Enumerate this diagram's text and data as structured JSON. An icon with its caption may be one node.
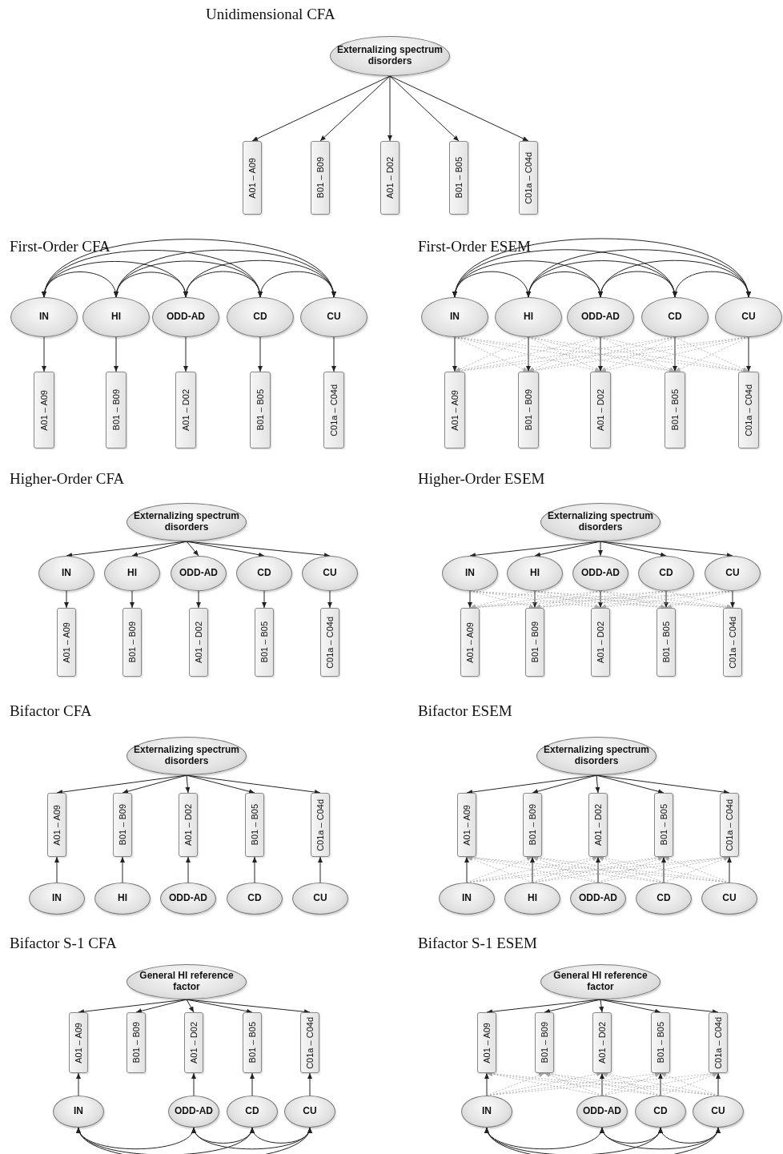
{
  "diagram": {
    "nodes": [
      {
        "text": [
          "Unidimensional CFA"
        ]
      },
      {
        "text": [
          "Externalizing spectrum disorders"
        ],
        "in": 0
      },
      {
        "text": [
          "A01 – A09"
        ],
        "in": 0
      },
      {
        "text": [
          "B01 – B09"
        ],
        "in": 0
      },
      {
        "text": [
          "A01 – D02"
        ],
        "in": 0
      },
      {
        "text": [
          "B01 – B05"
        ],
        "in": 0
      },
      {
        "text": [
          "C01a – C04d"
        ],
        "in": 0
      },
      {
        "text": [
          "First-Order CFA"
        ]
      },
      {
        "text": [
          "IN"
        ],
        "in": 7
      },
      {
        "text": [
          "HI"
        ],
        "in": 7
      },
      {
        "text": [
          "ODD-AD"
        ],
        "in": 7
      },
      {
        "text": [
          "CD"
        ],
        "in": 7
      },
      {
        "text": [
          "CU"
        ],
        "in": 7
      },
      {
        "text": [
          "A01 – A09"
        ],
        "in": 7
      },
      {
        "text": [
          "B01 – B09"
        ],
        "in": 7
      },
      {
        "text": [
          "A01 – D02"
        ],
        "in": 7
      },
      {
        "text": [
          "B01 – B05"
        ],
        "in": 7
      },
      {
        "text": [
          "C01a – C04d"
        ],
        "in": 7
      },
      {
        "text": [
          "First-Order ESEM"
        ]
      },
      {
        "text": [
          "IN"
        ],
        "in": 18
      },
      {
        "text": [
          "HI"
        ],
        "in": 18
      },
      {
        "text": [
          "ODD-AD"
        ],
        "in": 18
      },
      {
        "text": [
          "CD"
        ],
        "in": 18
      },
      {
        "text": [
          "CU"
        ],
        "in": 18
      },
      {
        "text": [
          "A01 – A09"
        ],
        "in": 18
      },
      {
        "text": [
          "B01 – B09"
        ],
        "in": 18
      },
      {
        "text": [
          "A01 – D02"
        ],
        "in": 18
      },
      {
        "text": [
          "B01 – B05"
        ],
        "in": 18
      },
      {
        "text": [
          "C01a – C04d"
        ],
        "in": 18
      },
      {
        "text": [
          "Higher-Order CFA"
        ]
      },
      {
        "text": [
          "Externalizing spectrum disorders"
        ],
        "in": 29
      },
      {
        "text": [
          "IN"
        ],
        "in": 29
      },
      {
        "text": [
          "HI"
        ],
        "in": 29
      },
      {
        "text": [
          "ODD-AD"
        ],
        "in": 29
      },
      {
        "text": [
          "CD"
        ],
        "in": 29
      },
      {
        "text": [
          "CU"
        ],
        "in": 29
      },
      {
        "text": [
          "A01 – A09"
        ],
        "in": 29
      },
      {
        "text": [
          "B01 – B09"
        ],
        "in": 29
      },
      {
        "text": [
          "A01 – D02"
        ],
        "in": 29
      },
      {
        "text": [
          "B01 – B05"
        ],
        "in": 29
      },
      {
        "text": [
          "C01a – C04d"
        ],
        "in": 29
      },
      {
        "text": [
          "Higher-Order ESEM"
        ]
      },
      {
        "text": [
          "Externalizing spectrum disorders"
        ],
        "in": 41
      },
      {
        "text": [
          "IN"
        ],
        "in": 41
      },
      {
        "text": [
          "HI"
        ],
        "in": 41
      },
      {
        "text": [
          "ODD-AD"
        ],
        "in": 41
      },
      {
        "text": [
          "CD"
        ],
        "in": 41
      },
      {
        "text": [
          "CU"
        ],
        "in": 41
      },
      {
        "text": [
          "A01 – A09"
        ],
        "in": 41
      },
      {
        "text": [
          "B01 – B09"
        ],
        "in": 41
      },
      {
        "text": [
          "A01 – D02"
        ],
        "in": 41
      },
      {
        "text": [
          "B01 – B05"
        ],
        "in": 41
      },
      {
        "text": [
          "C01a – C04d"
        ],
        "in": 41
      },
      {
        "text": [
          "Bifactor CFA"
        ]
      },
      {
        "text": [
          "Externalizing spectrum disorders"
        ],
        "in": 53
      },
      {
        "text": [
          "A01 – A09"
        ],
        "in": 53
      },
      {
        "text": [
          "B01 – B09"
        ],
        "in": 53
      },
      {
        "text": [
          "A01 – D02"
        ],
        "in": 53
      },
      {
        "text": [
          "B01 – B05"
        ],
        "in": 53
      },
      {
        "text": [
          "C01a – C04d"
        ],
        "in": 53
      },
      {
        "text": [
          "IN"
        ],
        "in": 53
      },
      {
        "text": [
          "HI"
        ],
        "in": 53
      },
      {
        "text": [
          "ODD-AD"
        ],
        "in": 53
      },
      {
        "text": [
          "CD"
        ],
        "in": 53
      },
      {
        "text": [
          "CU"
        ],
        "in": 53
      },
      {
        "text": [
          "Bifactor ESEM"
        ]
      },
      {
        "text": [
          "Externalizing spectrum disorders"
        ],
        "in": 65
      },
      {
        "text": [
          "A01 – A09"
        ],
        "in": 65
      },
      {
        "text": [
          "B01 – B09"
        ],
        "in": 65
      },
      {
        "text": [
          "A01 – D02"
        ],
        "in": 65
      },
      {
        "text": [
          "B01 – B05"
        ],
        "in": 65
      },
      {
        "text": [
          "C01a – C04d"
        ],
        "in": 65
      },
      {
        "text": [
          "IN"
        ],
        "in": 65
      },
      {
        "text": [
          "HI"
        ],
        "in": 65
      },
      {
        "text": [
          "ODD-AD"
        ],
        "in": 65
      },
      {
        "text": [
          "CD"
        ],
        "in": 65
      },
      {
        "text": [
          "CU"
        ],
        "in": 65
      },
      {
        "text": [
          "Bifactor S-1 CFA"
        ]
      },
      {
        "text": [
          "General HI reference factor"
        ],
        "in": 77
      },
      {
        "text": [
          "A01 – A09"
        ],
        "in": 77
      },
      {
        "text": [
          "B01 – B09"
        ],
        "in": 77
      },
      {
        "text": [
          "A01 – D02"
        ],
        "in": 77
      },
      {
        "text": [
          "B01 – B05"
        ],
        "in": 77
      },
      {
        "text": [
          "C01a – C04d"
        ],
        "in": 77
      },
      {
        "text": [
          "IN"
        ],
        "in": 77
      },
      {
        "text": [
          "ODD-AD"
        ],
        "in": 77
      },
      {
        "text": [
          "CD"
        ],
        "in": 77
      },
      {
        "text": [
          "CU"
        ],
        "in": 77
      },
      {
        "text": [
          "Bifactor S-1 ESEM"
        ]
      },
      {
        "text": [
          "General HI reference factor"
        ],
        "in": 88
      },
      {
        "text": [
          "A01 – A09"
        ],
        "in": 88
      },
      {
        "text": [
          "B01 – B09"
        ],
        "in": 88
      },
      {
        "text": [
          "A01 – D02"
        ],
        "in": 88
      },
      {
        "text": [
          "B01 – B05"
        ],
        "in": 88
      },
      {
        "text": [
          "C01a – C04d"
        ],
        "in": 88
      },
      {
        "text": [
          "IN"
        ],
        "in": 88
      },
      {
        "text": [
          "ODD-AD"
        ],
        "in": 88
      },
      {
        "text": [
          "CD"
        ],
        "in": 88
      },
      {
        "text": [
          "CU"
        ],
        "in": 88
      }
    ],
    "edges": [
      {
        "from": 1,
        "to": 2,
        "arrow": "to"
      },
      {
        "from": 1,
        "to": 3,
        "arrow": "to"
      },
      {
        "from": 1,
        "to": 4,
        "arrow": "to"
      },
      {
        "from": 1,
        "to": 5,
        "arrow": "to"
      },
      {
        "from": 1,
        "to": 6,
        "arrow": "to"
      },
      {
        "from": 8,
        "to": 13,
        "arrow": "to"
      },
      {
        "from": 9,
        "to": 14,
        "arrow": "to"
      },
      {
        "from": 10,
        "to": 15,
        "arrow": "to"
      },
      {
        "from": 11,
        "to": 16,
        "arrow": "to"
      },
      {
        "from": 12,
        "to": 17,
        "arrow": "to"
      },
      {
        "from": 8,
        "to": 9,
        "arrow": "both"
      },
      {
        "from": 8,
        "to": 10,
        "arrow": "both"
      },
      {
        "from": 8,
        "to": 11,
        "arrow": "both"
      },
      {
        "from": 8,
        "to": 12,
        "arrow": "both"
      },
      {
        "from": 9,
        "to": 10,
        "arrow": "both"
      },
      {
        "from": 9,
        "to": 11,
        "arrow": "both"
      },
      {
        "from": 9,
        "to": 12,
        "arrow": "both"
      },
      {
        "from": 10,
        "to": 11,
        "arrow": "both"
      },
      {
        "from": 10,
        "to": 12,
        "arrow": "both"
      },
      {
        "from": 11,
        "to": 12,
        "arrow": "both"
      },
      {
        "from": 19,
        "to": 24,
        "arrow": "to"
      },
      {
        "from": 20,
        "to": 25,
        "arrow": "to"
      },
      {
        "from": 21,
        "to": 26,
        "arrow": "to"
      },
      {
        "from": 22,
        "to": 27,
        "arrow": "to"
      },
      {
        "from": 23,
        "to": 28,
        "arrow": "to"
      },
      {
        "from": 19,
        "to": 25,
        "arrow": "to",
        "style": "dashed",
        "color": "#aaaaaa"
      },
      {
        "from": 19,
        "to": 26,
        "arrow": "to",
        "style": "dashed",
        "color": "#aaaaaa"
      },
      {
        "from": 19,
        "to": 27,
        "arrow": "to",
        "style": "dashed",
        "color": "#aaaaaa"
      },
      {
        "from": 19,
        "to": 28,
        "arrow": "to",
        "style": "dashed",
        "color": "#aaaaaa"
      },
      {
        "from": 20,
        "to": 24,
        "arrow": "to",
        "style": "dashed",
        "color": "#aaaaaa"
      },
      {
        "from": 20,
        "to": 26,
        "arrow": "to",
        "style": "dashed",
        "color": "#aaaaaa"
      },
      {
        "from": 20,
        "to": 27,
        "arrow": "to",
        "style": "dashed",
        "color": "#aaaaaa"
      },
      {
        "from": 20,
        "to": 28,
        "arrow": "to",
        "style": "dashed",
        "color": "#aaaaaa"
      },
      {
        "from": 21,
        "to": 24,
        "arrow": "to",
        "style": "dashed",
        "color": "#aaaaaa"
      },
      {
        "from": 21,
        "to": 25,
        "arrow": "to",
        "style": "dashed",
        "color": "#aaaaaa"
      },
      {
        "from": 21,
        "to": 27,
        "arrow": "to",
        "style": "dashed",
        "color": "#aaaaaa"
      },
      {
        "from": 21,
        "to": 28,
        "arrow": "to",
        "style": "dashed",
        "color": "#aaaaaa"
      },
      {
        "from": 22,
        "to": 24,
        "arrow": "to",
        "style": "dashed",
        "color": "#aaaaaa"
      },
      {
        "from": 22,
        "to": 25,
        "arrow": "to",
        "style": "dashed",
        "color": "#aaaaaa"
      },
      {
        "from": 22,
        "to": 26,
        "arrow": "to",
        "style": "dashed",
        "color": "#aaaaaa"
      },
      {
        "from": 22,
        "to": 28,
        "arrow": "to",
        "style": "dashed",
        "color": "#aaaaaa"
      },
      {
        "from": 23,
        "to": 24,
        "arrow": "to",
        "style": "dashed",
        "color": "#aaaaaa"
      },
      {
        "from": 23,
        "to": 25,
        "arrow": "to",
        "style": "dashed",
        "color": "#aaaaaa"
      },
      {
        "from": 23,
        "to": 26,
        "arrow": "to",
        "style": "dashed",
        "color": "#aaaaaa"
      },
      {
        "from": 23,
        "to": 27,
        "arrow": "to",
        "style": "dashed",
        "color": "#aaaaaa"
      },
      {
        "from": 19,
        "to": 20,
        "arrow": "both"
      },
      {
        "from": 19,
        "to": 21,
        "arrow": "both"
      },
      {
        "from": 19,
        "to": 22,
        "arrow": "both"
      },
      {
        "from": 19,
        "to": 23,
        "arrow": "both"
      },
      {
        "from": 20,
        "to": 21,
        "arrow": "both"
      },
      {
        "from": 20,
        "to": 22,
        "arrow": "both"
      },
      {
        "from": 20,
        "to": 23,
        "arrow": "both"
      },
      {
        "from": 21,
        "to": 22,
        "arrow": "both"
      },
      {
        "from": 21,
        "to": 23,
        "arrow": "both"
      },
      {
        "from": 22,
        "to": 23,
        "arrow": "both"
      },
      {
        "from": 30,
        "to": 31,
        "arrow": "to"
      },
      {
        "from": 30,
        "to": 32,
        "arrow": "to"
      },
      {
        "from": 30,
        "to": 33,
        "arrow": "to"
      },
      {
        "from": 30,
        "to": 34,
        "arrow": "to"
      },
      {
        "from": 30,
        "to": 35,
        "arrow": "to"
      },
      {
        "from": 31,
        "to": 36,
        "arrow": "to"
      },
      {
        "from": 32,
        "to": 37,
        "arrow": "to"
      },
      {
        "from": 33,
        "to": 38,
        "arrow": "to"
      },
      {
        "from": 34,
        "to": 39,
        "arrow": "to"
      },
      {
        "from": 35,
        "to": 40,
        "arrow": "to"
      },
      {
        "from": 42,
        "to": 43,
        "arrow": "to"
      },
      {
        "from": 42,
        "to": 44,
        "arrow": "to"
      },
      {
        "from": 42,
        "to": 45,
        "arrow": "to"
      },
      {
        "from": 42,
        "to": 46,
        "arrow": "to"
      },
      {
        "from": 42,
        "to": 47,
        "arrow": "to"
      },
      {
        "from": 43,
        "to": 48,
        "arrow": "to"
      },
      {
        "from": 44,
        "to": 49,
        "arrow": "to"
      },
      {
        "from": 45,
        "to": 50,
        "arrow": "to"
      },
      {
        "from": 46,
        "to": 51,
        "arrow": "to"
      },
      {
        "from": 47,
        "to": 52,
        "arrow": "to"
      },
      {
        "from": 43,
        "to": 49,
        "arrow": "to",
        "style": "dashed",
        "color": "#aaaaaa"
      },
      {
        "from": 43,
        "to": 50,
        "arrow": "to",
        "style": "dashed",
        "color": "#aaaaaa"
      },
      {
        "from": 43,
        "to": 51,
        "arrow": "to",
        "style": "dashed",
        "color": "#aaaaaa"
      },
      {
        "from": 43,
        "to": 52,
        "arrow": "to",
        "style": "dashed",
        "color": "#aaaaaa"
      },
      {
        "from": 44,
        "to": 48,
        "arrow": "to",
        "style": "dashed",
        "color": "#aaaaaa"
      },
      {
        "from": 44,
        "to": 50,
        "arrow": "to",
        "style": "dashed",
        "color": "#aaaaaa"
      },
      {
        "from": 44,
        "to": 51,
        "arrow": "to",
        "style": "dashed",
        "color": "#aaaaaa"
      },
      {
        "from": 44,
        "to": 52,
        "arrow": "to",
        "style": "dashed",
        "color": "#aaaaaa"
      },
      {
        "from": 45,
        "to": 48,
        "arrow": "to",
        "style": "dashed",
        "color": "#aaaaaa"
      },
      {
        "from": 45,
        "to": 49,
        "arrow": "to",
        "style": "dashed",
        "color": "#aaaaaa"
      },
      {
        "from": 45,
        "to": 51,
        "arrow": "to",
        "style": "dashed",
        "color": "#aaaaaa"
      },
      {
        "from": 45,
        "to": 52,
        "arrow": "to",
        "style": "dashed",
        "color": "#aaaaaa"
      },
      {
        "from": 46,
        "to": 48,
        "arrow": "to",
        "style": "dashed",
        "color": "#aaaaaa"
      },
      {
        "from": 46,
        "to": 49,
        "arrow": "to",
        "style": "dashed",
        "color": "#aaaaaa"
      },
      {
        "from": 46,
        "to": 50,
        "arrow": "to",
        "style": "dashed",
        "color": "#aaaaaa"
      },
      {
        "from": 46,
        "to": 52,
        "arrow": "to",
        "style": "dashed",
        "color": "#aaaaaa"
      },
      {
        "from": 47,
        "to": 48,
        "arrow": "to",
        "style": "dashed",
        "color": "#aaaaaa"
      },
      {
        "from": 47,
        "to": 49,
        "arrow": "to",
        "style": "dashed",
        "color": "#aaaaaa"
      },
      {
        "from": 47,
        "to": 50,
        "arrow": "to",
        "style": "dashed",
        "color": "#aaaaaa"
      },
      {
        "from": 47,
        "to": 51,
        "arrow": "to",
        "style": "dashed",
        "color": "#aaaaaa"
      },
      {
        "from": 54,
        "to": 55,
        "arrow": "to"
      },
      {
        "from": 54,
        "to": 56,
        "arrow": "to"
      },
      {
        "from": 54,
        "to": 57,
        "arrow": "to"
      },
      {
        "from": 54,
        "to": 58,
        "arrow": "to"
      },
      {
        "from": 54,
        "to": 59,
        "arrow": "to"
      },
      {
        "from": 60,
        "to": 55,
        "arrow": "to"
      },
      {
        "from": 61,
        "to": 56,
        "arrow": "to"
      },
      {
        "from": 62,
        "to": 57,
        "arrow": "to"
      },
      {
        "from": 63,
        "to": 58,
        "arrow": "to"
      },
      {
        "from": 64,
        "to": 59,
        "arrow": "to"
      },
      {
        "from": 66,
        "to": 67,
        "arrow": "to"
      },
      {
        "from": 66,
        "to": 68,
        "arrow": "to"
      },
      {
        "from": 66,
        "to": 69,
        "arrow": "to"
      },
      {
        "from": 66,
        "to": 70,
        "arrow": "to"
      },
      {
        "from": 66,
        "to": 71,
        "arrow": "to"
      },
      {
        "from": 72,
        "to": 67,
        "arrow": "to"
      },
      {
        "from": 73,
        "to": 68,
        "arrow": "to"
      },
      {
        "from": 74,
        "to": 69,
        "arrow": "to"
      },
      {
        "from": 75,
        "to": 70,
        "arrow": "to"
      },
      {
        "from": 76,
        "to": 71,
        "arrow": "to"
      },
      {
        "from": 72,
        "to": 68,
        "arrow": "to",
        "style": "dashed",
        "color": "#aaaaaa"
      },
      {
        "from": 72,
        "to": 69,
        "arrow": "to",
        "style": "dashed",
        "color": "#aaaaaa"
      },
      {
        "from": 72,
        "to": 70,
        "arrow": "to",
        "style": "dashed",
        "color": "#aaaaaa"
      },
      {
        "from": 72,
        "to": 71,
        "arrow": "to",
        "style": "dashed",
        "color": "#aaaaaa"
      },
      {
        "from": 73,
        "to": 67,
        "arrow": "to",
        "style": "dashed",
        "color": "#aaaaaa"
      },
      {
        "from": 73,
        "to": 69,
        "arrow": "to",
        "style": "dashed",
        "color": "#aaaaaa"
      },
      {
        "from": 73,
        "to": 70,
        "arrow": "to",
        "style": "dashed",
        "color": "#aaaaaa"
      },
      {
        "from": 73,
        "to": 71,
        "arrow": "to",
        "style": "dashed",
        "color": "#aaaaaa"
      },
      {
        "from": 74,
        "to": 67,
        "arrow": "to",
        "style": "dashed",
        "color": "#aaaaaa"
      },
      {
        "from": 74,
        "to": 68,
        "arrow": "to",
        "style": "dashed",
        "color": "#aaaaaa"
      },
      {
        "from": 74,
        "to": 70,
        "arrow": "to",
        "style": "dashed",
        "color": "#aaaaaa"
      },
      {
        "from": 74,
        "to": 71,
        "arrow": "to",
        "style": "dashed",
        "color": "#aaaaaa"
      },
      {
        "from": 75,
        "to": 67,
        "arrow": "to",
        "style": "dashed",
        "color": "#aaaaaa"
      },
      {
        "from": 75,
        "to": 68,
        "arrow": "to",
        "style": "dashed",
        "color": "#aaaaaa"
      },
      {
        "from": 75,
        "to": 69,
        "arrow": "to",
        "style": "dashed",
        "color": "#aaaaaa"
      },
      {
        "from": 75,
        "to": 71,
        "arrow": "to",
        "style": "dashed",
        "color": "#aaaaaa"
      },
      {
        "from": 76,
        "to": 67,
        "arrow": "to",
        "style": "dashed",
        "color": "#aaaaaa"
      },
      {
        "from": 76,
        "to": 68,
        "arrow": "to",
        "style": "dashed",
        "color": "#aaaaaa"
      },
      {
        "from": 76,
        "to": 69,
        "arrow": "to",
        "style": "dashed",
        "color": "#aaaaaa"
      },
      {
        "from": 76,
        "to": 70,
        "arrow": "to",
        "style": "dashed",
        "color": "#aaaaaa"
      },
      {
        "from": 78,
        "to": 79,
        "arrow": "to"
      },
      {
        "from": 78,
        "to": 80,
        "arrow": "to"
      },
      {
        "from": 78,
        "to": 81,
        "arrow": "to"
      },
      {
        "from": 78,
        "to": 82,
        "arrow": "to"
      },
      {
        "from": 78,
        "to": 83,
        "arrow": "to"
      },
      {
        "from": 84,
        "to": 79,
        "arrow": "to"
      },
      {
        "from": 85,
        "to": 81,
        "arrow": "to"
      },
      {
        "from": 86,
        "to": 82,
        "arrow": "to"
      },
      {
        "from": 87,
        "to": 83,
        "arrow": "to"
      },
      {
        "from": 84,
        "to": 85,
        "arrow": "both"
      },
      {
        "from": 84,
        "to": 86,
        "arrow": "both"
      },
      {
        "from": 84,
        "to": 87,
        "arrow": "both"
      },
      {
        "from": 85,
        "to": 86,
        "arrow": "both"
      },
      {
        "from": 85,
        "to": 87,
        "arrow": "both"
      },
      {
        "from": 86,
        "to": 87,
        "arrow": "both"
      },
      {
        "from": 89,
        "to": 90,
        "arrow": "to"
      },
      {
        "from": 89,
        "to": 91,
        "arrow": "to"
      },
      {
        "from": 89,
        "to": 92,
        "arrow": "to"
      },
      {
        "from": 89,
        "to": 93,
        "arrow": "to"
      },
      {
        "from": 89,
        "to": 94,
        "arrow": "to"
      },
      {
        "from": 95,
        "to": 90,
        "arrow": "to"
      },
      {
        "from": 96,
        "to": 92,
        "arrow": "to"
      },
      {
        "from": 97,
        "to": 93,
        "arrow": "to"
      },
      {
        "from": 98,
        "to": 94,
        "arrow": "to"
      },
      {
        "from": 95,
        "to": 91,
        "arrow": "to",
        "style": "dashed",
        "color": "#aaaaaa"
      },
      {
        "from": 95,
        "to": 92,
        "arrow": "to",
        "style": "dashed",
        "color": "#aaaaaa"
      },
      {
        "from": 95,
        "to": 93,
        "arrow": "to",
        "style": "dashed",
        "color": "#aaaaaa"
      },
      {
        "from": 95,
        "to": 94,
        "arrow": "to",
        "style": "dashed",
        "color": "#aaaaaa"
      },
      {
        "from": 96,
        "to": 90,
        "arrow": "to",
        "style": "dashed",
        "color": "#aaaaaa"
      },
      {
        "from": 96,
        "to": 91,
        "arrow": "to",
        "style": "dashed",
        "color": "#aaaaaa"
      },
      {
        "from": 96,
        "to": 93,
        "arrow": "to",
        "style": "dashed",
        "color": "#aaaaaa"
      },
      {
        "from": 96,
        "to": 94,
        "arrow": "to",
        "style": "dashed",
        "color": "#aaaaaa"
      },
      {
        "from": 97,
        "to": 90,
        "arrow": "to",
        "style": "dashed",
        "color": "#aaaaaa"
      },
      {
        "from": 97,
        "to": 91,
        "arrow": "to",
        "style": "dashed",
        "color": "#aaaaaa"
      },
      {
        "from": 97,
        "to": 92,
        "arrow": "to",
        "style": "dashed",
        "color": "#aaaaaa"
      },
      {
        "from": 97,
        "to": 94,
        "arrow": "to",
        "style": "dashed",
        "color": "#aaaaaa"
      },
      {
        "from": 98,
        "to": 90,
        "arrow": "to",
        "style": "dashed",
        "color": "#aaaaaa"
      },
      {
        "from": 98,
        "to": 91,
        "arrow": "to",
        "style": "dashed",
        "color": "#aaaaaa"
      },
      {
        "from": 98,
        "to": 92,
        "arrow": "to",
        "style": "dashed",
        "color": "#aaaaaa"
      },
      {
        "from": 98,
        "to": 93,
        "arrow": "to",
        "style": "dashed",
        "color": "#aaaaaa"
      },
      {
        "from": 95,
        "to": 96,
        "arrow": "both"
      },
      {
        "from": 95,
        "to": 97,
        "arrow": "both"
      },
      {
        "from": 95,
        "to": 98,
        "arrow": "both"
      },
      {
        "from": 96,
        "to": 97,
        "arrow": "both"
      },
      {
        "from": 96,
        "to": 98,
        "arrow": "both"
      },
      {
        "from": 97,
        "to": 98,
        "arrow": "both"
      }
    ]
  }
}
